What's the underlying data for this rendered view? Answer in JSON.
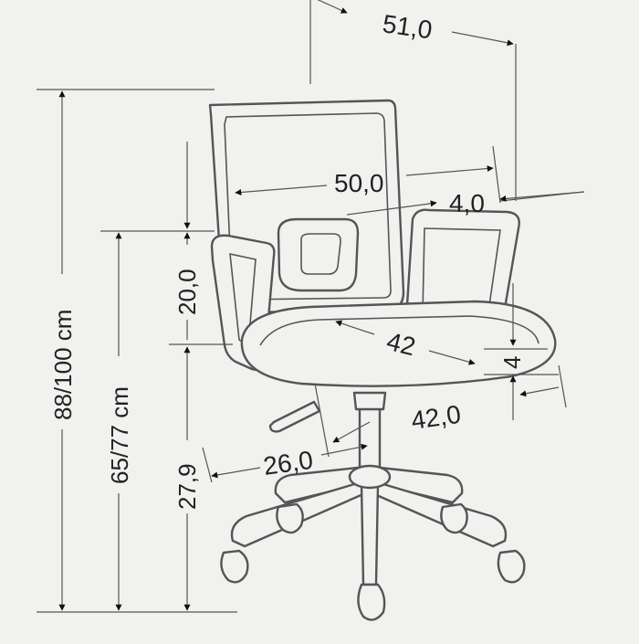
{
  "diagram": {
    "colors": {
      "background": "#f1f1ef",
      "line": "#555555",
      "arrow": "#111111",
      "grey_arrow": "#888888",
      "text": "#222222"
    },
    "dimensions": {
      "total_depth": "51,0",
      "total_height": "88/100 cm",
      "seat_height": "65/77 cm",
      "backrest_height": "20,0",
      "armrest_height": "27,9",
      "backrest_width": "50,0",
      "frame_depth": "4,0",
      "seat_depth": "42",
      "seat_thickness": "4",
      "seat_width": "42,0",
      "base_radius": "26,0"
    }
  }
}
